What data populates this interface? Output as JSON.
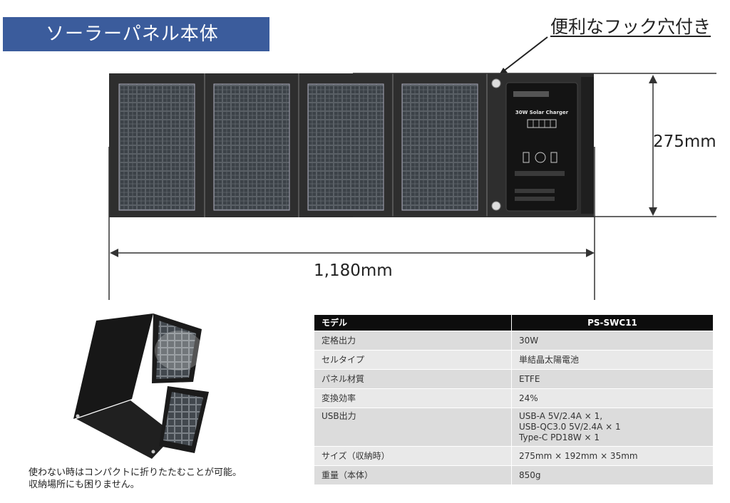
{
  "title": "ソーラーパネル本体",
  "hook_label": "便利なフック穴付き",
  "dimensions": {
    "height": "275mm",
    "width": "1,180mm"
  },
  "device_label": "30W Solar Charger",
  "caption": {
    "line1": "使わない時はコンパクトに折りたたむことが可能。",
    "line2": "収納場所にも困りません。"
  },
  "spec_table": {
    "header_label": "モデル",
    "header_value": "PS-SWC11",
    "rows": [
      {
        "label": "定格出力",
        "value": "30W"
      },
      {
        "label": "セルタイプ",
        "value": "単結晶太陽電池"
      },
      {
        "label": "パネル材質",
        "value": "ETFE"
      },
      {
        "label": "変換効率",
        "value": "24%"
      },
      {
        "label": "USB出力",
        "values": [
          "USB-A 5V/2.4A × 1,",
          "USB-QC3.0 5V/2.4A × 1",
          "Type-C PD18W × 1"
        ]
      },
      {
        "label": "サイズ（収納時）",
        "value": "275mm × 192mm × 35mm"
      },
      {
        "label": "重量（本体）",
        "value": "850g"
      }
    ]
  },
  "colors": {
    "banner": "#3b5c9c",
    "table_header": "#0d0d0d",
    "panel_frame": "#2e2e2e"
  }
}
